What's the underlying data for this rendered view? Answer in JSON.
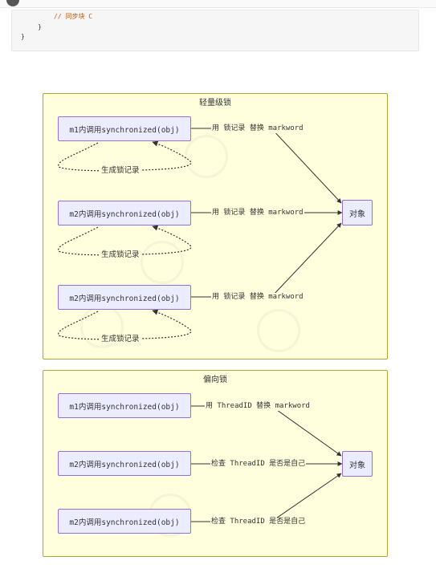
{
  "header": {
    "logo_text": "",
    "right_text": ""
  },
  "code": {
    "line1": "// 同步块 C",
    "line2": "}",
    "line3": "}"
  },
  "lightweight": {
    "title": "轻量级锁",
    "nodes": [
      "m1内调用synchronized(obj)",
      "m2内调用synchronized(obj)",
      "m2内调用synchronized(obj)"
    ],
    "edge_labels": [
      "用 锁记录 替换 markword",
      "用 锁记录 替换 markword",
      "用 锁记录 替换 markword"
    ],
    "loop_labels": [
      "生成锁记录",
      "生成锁记录",
      "生成锁记录"
    ],
    "object": "对象"
  },
  "biased": {
    "title": "偏向锁",
    "nodes": [
      "m1内调用synchronized(obj)",
      "m2内调用synchronized(obj)",
      "m2内调用synchronized(obj)"
    ],
    "edge_labels": [
      "用 ThreadID 替换 markword",
      "检查 ThreadID 是否是自己",
      "检查 ThreadID 是否是自己"
    ],
    "object": "对象"
  },
  "colors": {
    "group_fill": "#ffffde",
    "group_border": "#aaaa33",
    "node_fill": "#ececff",
    "node_border": "#9370db",
    "edge": "#333333",
    "comment": "#c05a12"
  }
}
